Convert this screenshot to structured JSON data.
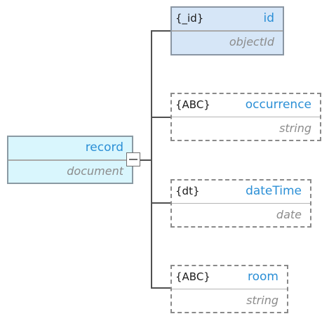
{
  "root": {
    "name": "record",
    "type": "document"
  },
  "fields": [
    {
      "badge": "{_id}",
      "name": "id",
      "type": "objectId",
      "kind": "key"
    },
    {
      "badge": "{ABC}",
      "name": "occurrence",
      "type": "string",
      "kind": "field"
    },
    {
      "badge": "{dt}",
      "name": "dateTime",
      "type": "date",
      "kind": "field"
    },
    {
      "badge": "{ABC}",
      "name": "room",
      "type": "string",
      "kind": "field"
    }
  ],
  "colors": {
    "name_text": "#2b8fd6",
    "root_fill": "#d9f6fd",
    "key_fill": "#d6e6f7",
    "type_text": "#8c8c8c"
  }
}
